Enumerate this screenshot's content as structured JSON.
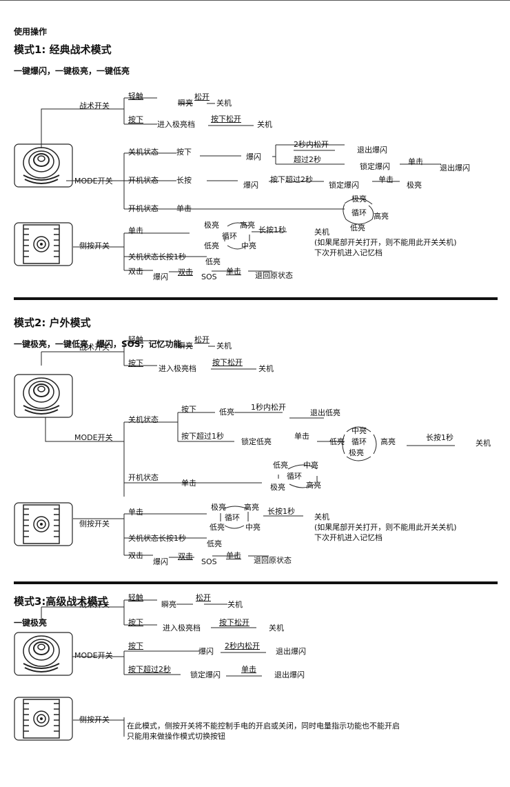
{
  "header": {
    "title": "使用操作"
  },
  "mode1": {
    "title": "模式1: 经典战术模式",
    "subtitle": "一键爆闪，一键极亮，一键低亮",
    "tactical": {
      "label": "战术开关",
      "tap": "轻触",
      "instant": "瞬亮",
      "release": "松开",
      "off1": "关机",
      "press": "按下",
      "enter_max": "进入极亮档",
      "press_release": "按下松开",
      "off2": "关机"
    },
    "mode_switch": {
      "label": "MODE开关",
      "off_state": "关机状态",
      "press": "按下",
      "strobe": "爆闪",
      "release_2s": "2秒内松开",
      "exit_strobe": "退出爆闪",
      "over_2s": "超过2秒",
      "lock_strobe": "锁定爆闪",
      "click": "单击",
      "exit_strobe2": "退出爆闪",
      "on_state": "开机状态",
      "long_press": "长按",
      "strobe2": "爆闪",
      "press_over_2s": "按下超过2秒",
      "lock_strobe2": "锁定爆闪",
      "click2": "单击",
      "max": "极亮",
      "on_state2": "开机状态",
      "click3": "单击",
      "cycle": {
        "top": "极亮",
        "center": "循环",
        "right": "高亮",
        "bottom": "低亮"
      }
    },
    "side": {
      "label": "侧按开关",
      "click": "单击",
      "cycle": {
        "tl": "极亮",
        "tr": "高亮",
        "center": "循环",
        "bl": "低亮",
        "br": "中亮"
      },
      "long_1s": "长按1秒",
      "off": "关机",
      "note1": "(如果尾部开关打开，则不能用此开关关机)",
      "note2": "下次开机进入记忆档",
      "off_long": "关机状态长按1秒",
      "low": "低亮",
      "double": "双击",
      "strobe": "爆闪",
      "double2": "双击",
      "sos": "SOS",
      "click2": "单击",
      "restore": "退回原状态"
    }
  },
  "mode2": {
    "title": "模式2: 户外模式",
    "subtitle": "一键极亮，一键低亮，爆闪，SOS，记忆功能",
    "tactical": {
      "label": "战术开关",
      "tap": "轻触",
      "instant": "瞬亮",
      "release": "松开",
      "off1": "关机",
      "press": "按下",
      "enter_max": "进入极亮档",
      "press_release": "按下松开",
      "off2": "关机"
    },
    "mode_switch": {
      "label": "MODE开关",
      "off_state": "关机状态",
      "press": "按下",
      "low": "低亮",
      "release_1s": "1秒内松开",
      "exit_low": "退出低亮",
      "press_over_1s": "按下超过1秒",
      "lock_low": "锁定低亮",
      "click": "单击",
      "cycle_a": {
        "left": "低亮",
        "top": "中亮",
        "center": "循环",
        "right": "高亮",
        "bottom": "极亮"
      },
      "long_1s": "长按1秒",
      "off": "关机",
      "on_state": "开机状态",
      "click2": "单击",
      "cycle_b": {
        "tl": "低亮",
        "tr": "中亮",
        "center": "循环",
        "bl": "极亮",
        "br": "高亮"
      }
    },
    "side": {
      "label": "侧按开关",
      "click": "单击",
      "cycle": {
        "tl": "极亮",
        "tr": "高亮",
        "center": "循环",
        "bl": "低亮",
        "br": "中亮"
      },
      "long_1s": "长按1秒",
      "off": "关机",
      "note1": "(如果尾部开关打开，则不能用此开关关机)",
      "note2": "下次开机进入记忆档",
      "off_long": "关机状态长按1秒",
      "low": "低亮",
      "double": "双击",
      "strobe": "爆闪",
      "double2": "双击",
      "sos": "SOS",
      "click2": "单击",
      "restore": "退回原状态"
    }
  },
  "mode3": {
    "title": "模式3:高级战术模式",
    "subtitle": "一键极亮",
    "tactical": {
      "label": "战术开关",
      "tap": "轻触",
      "instant": "瞬亮",
      "release": "松开",
      "off1": "关机",
      "press": "按下",
      "enter_max": "进入极亮档",
      "press_release": "按下松开",
      "off2": "关机"
    },
    "mode_switch": {
      "label": "MODE开关",
      "press": "按下",
      "strobe": "爆闪",
      "release_2s": "2秒内松开",
      "exit_strobe": "退出爆闪",
      "press_over_2s": "按下超过2秒",
      "lock_strobe": "锁定爆闪",
      "click": "单击",
      "exit_strobe2": "退出爆闪"
    },
    "side": {
      "label": "侧按开关",
      "note1": "在此模式，侧按开关将不能控制手电的开启或关闭，同时电量指示功能也不能开启",
      "note2": "只能用来做操作模式切换按钮"
    }
  }
}
